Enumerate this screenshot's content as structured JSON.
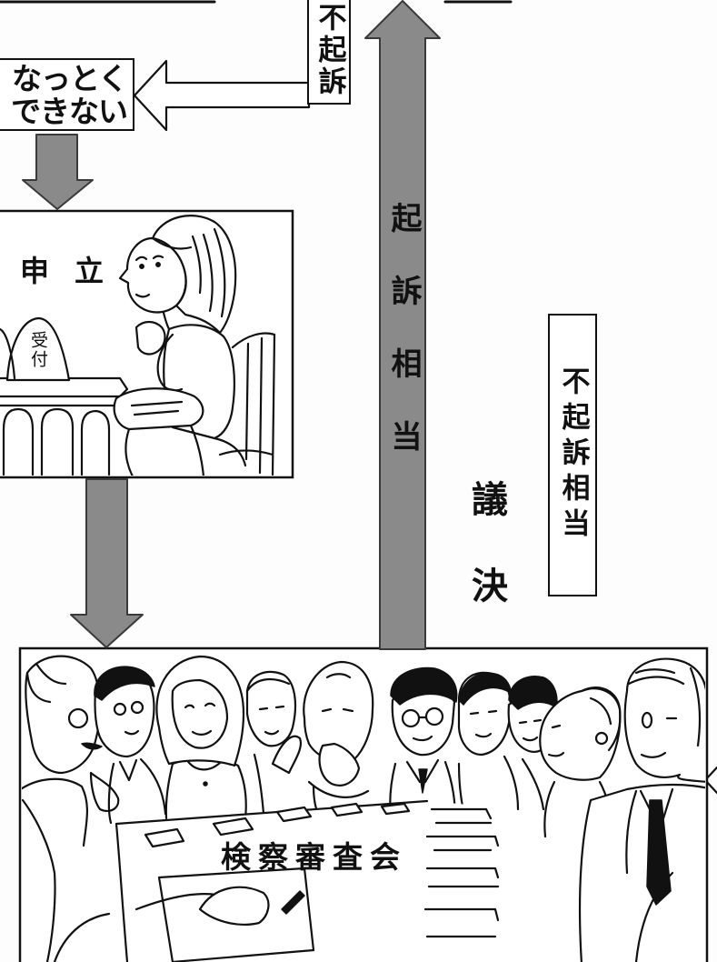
{
  "diagram": {
    "not_prosecuted": "不起訴",
    "unconvinced": [
      "なっとく",
      "できない"
    ],
    "application": "申立",
    "reception_sign": "受付",
    "prosecution_warranted": "起訴相当",
    "resolution": "議決",
    "non_prosecution_warranted": "不起訴相当",
    "commission": "検察審査会"
  },
  "colors": {
    "arrow_fill": "#8a8a8a",
    "ink": "#111111",
    "background": "#fdfdfd"
  }
}
